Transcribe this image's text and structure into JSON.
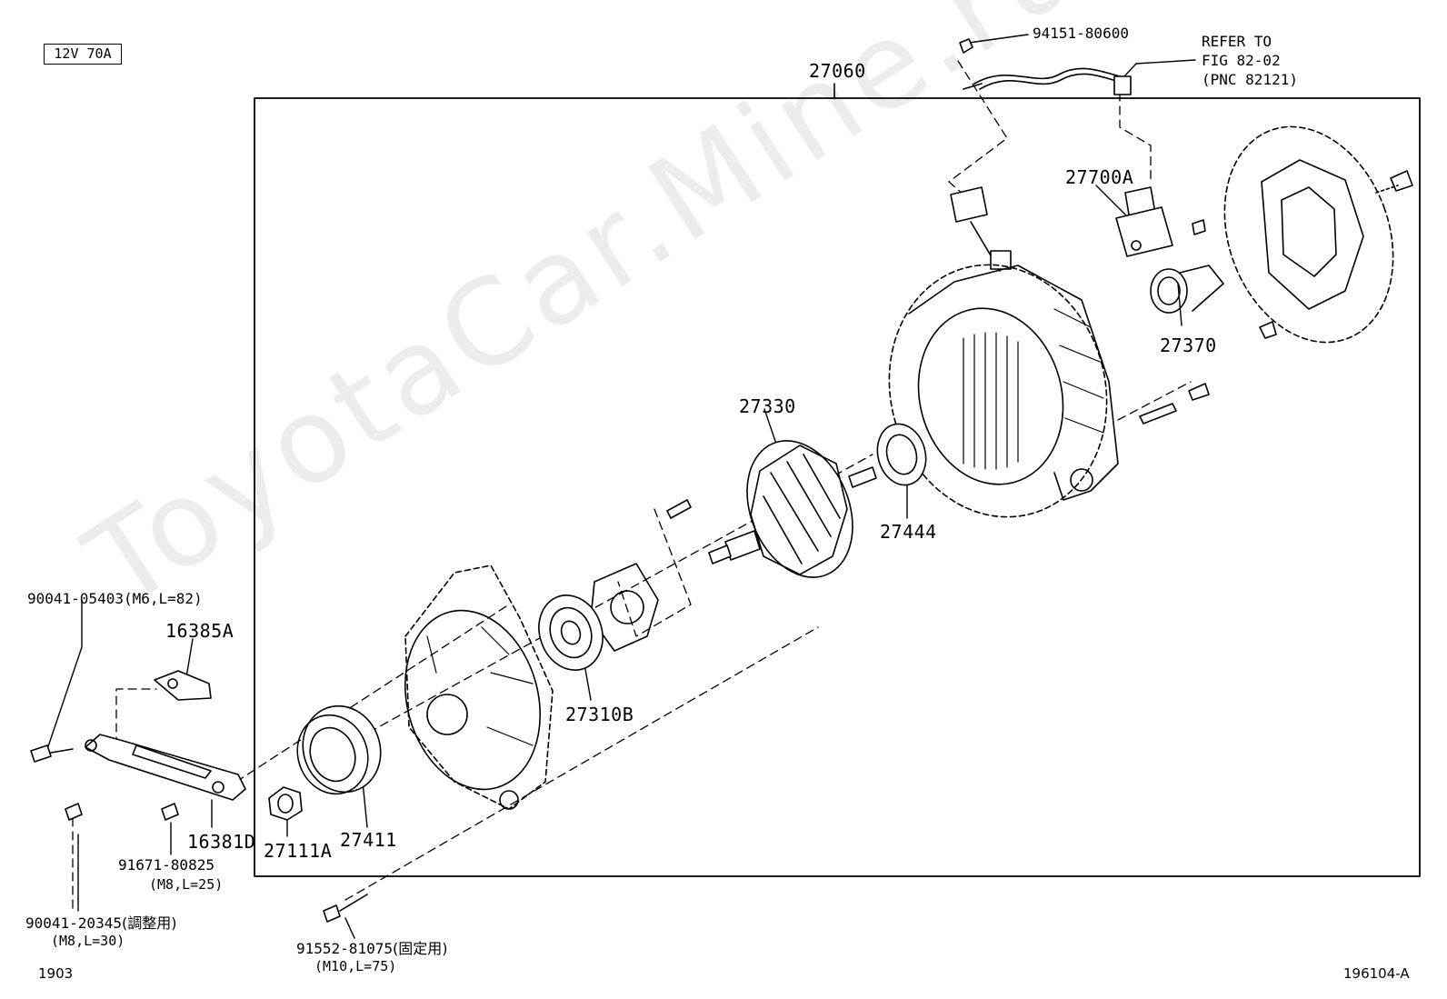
{
  "header": {
    "voltage_label": "12V 70A"
  },
  "footer": {
    "left_code": "1903",
    "right_code": "196104-A"
  },
  "watermark": "ToyotaCar.Mine.ru",
  "assembly": {
    "number": "27060"
  },
  "wire_harness": {
    "part": "94151-80600",
    "refer_line1": "REFER TO",
    "refer_line2": "FIG 82-02",
    "refer_line3": "(PNC 82121)"
  },
  "parts": {
    "regulator": "27700A",
    "brush_holder": "27370",
    "rotor": "27330",
    "bearing_rear": "27444",
    "bearing_front": "27310B",
    "pulley": "27411",
    "nut": "27111A"
  },
  "bracket": {
    "bolt_upper": "90041-05403",
    "bolt_upper_spec": "(M6,L=82)",
    "clip": "16385A",
    "bracket": "16381D",
    "bolt_small": "91671-80825",
    "bolt_small_spec": "(M8,L=25)",
    "bolt_adjust": "90041-20345",
    "bolt_adjust_note": "(調整用)",
    "bolt_adjust_spec": "(M8,L=30)",
    "bolt_fix": "91552-81075",
    "bolt_fix_note": "(固定用)",
    "bolt_fix_spec": "(M10,L=75)"
  }
}
